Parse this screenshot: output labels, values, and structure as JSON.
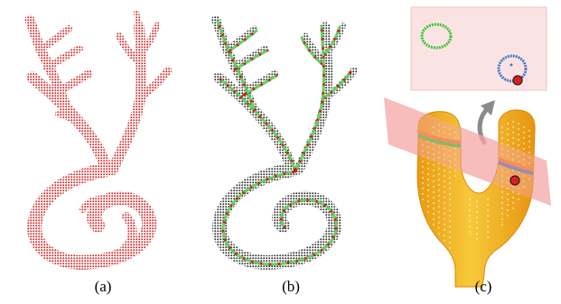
{
  "figure": {
    "panels": [
      {
        "id": "a",
        "label": "(a)"
      },
      {
        "id": "b",
        "label": "(b)"
      },
      {
        "id": "c",
        "label": "(c)"
      }
    ],
    "colors": {
      "point_cloud_red": "#d42a2a",
      "point_cloud_gray": "#2a2a2a",
      "skeleton_green": "#5fd35f",
      "skeleton_red": "#c81e1e",
      "mesh_yellow": "#f2b21c",
      "plane_pink": "#f4a6a6",
      "inset_bg": "#fbe3e3",
      "loop_green": "#3cc43c",
      "loop_blue": "#4a78c8",
      "loop_orange": "#f07d1e",
      "marker_red": "#e01e1e",
      "arrow_gray": "#8a8a8a"
    }
  }
}
